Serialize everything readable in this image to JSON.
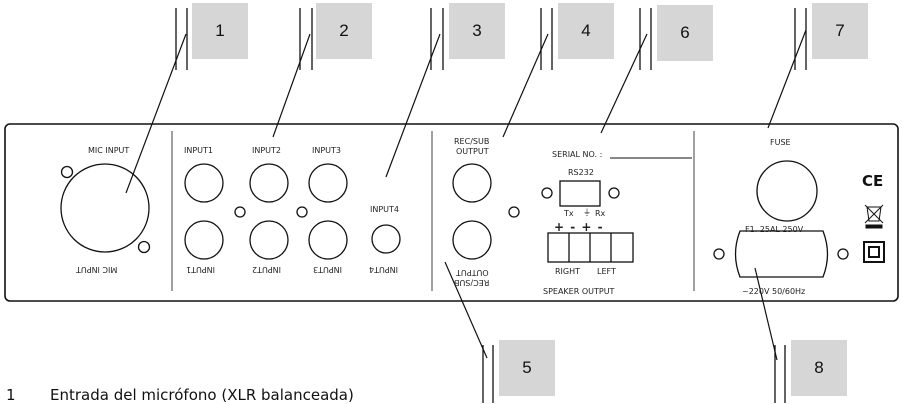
{
  "callouts": [
    "1",
    "2",
    "3",
    "4",
    "6",
    "7",
    "5",
    "8"
  ],
  "panel": {
    "mic_input": "MIC INPUT",
    "input1": "INPUT1",
    "input2": "INPUT2",
    "input3": "INPUT3",
    "input4": "INPUT4",
    "rec_sub_1": "REC/SUB",
    "rec_sub_2": "OUTPUT",
    "serial": "SERIAL NO. :",
    "rs232": "RS232",
    "tx": "Tx",
    "rx": "Rx",
    "ground": "⏚",
    "speaker_plus_minus": "+  -  +  -",
    "right": "RIGHT",
    "left": "LEFT",
    "speaker_output": "SPEAKER OUTPUT",
    "fuse": "FUSE",
    "fuse_rating": "F1. 25AL 250V",
    "power": "~220V 50/60Hz",
    "ce": "CE"
  },
  "caption": {
    "number": "1",
    "text": "Entrada del micrófono (XLR balanceada)"
  }
}
